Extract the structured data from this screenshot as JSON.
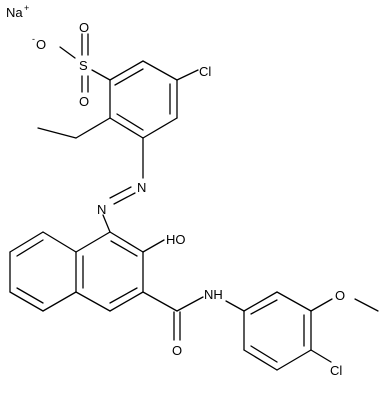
{
  "molecule": {
    "labels": {
      "counter_ion": "Na",
      "counter_ion_charge": "+",
      "sulfonate_oxygen_charged": "O",
      "sulfonate_oxygen_charge": "-",
      "sulfonate_sulfur": "S",
      "sulfonate_oxygen_top": "O",
      "sulfonate_oxygen_bottom": "O",
      "chloro_top": "Cl",
      "azo_nitrogen_upper": "N",
      "azo_nitrogen_lower": "N",
      "hydroxyl": "HO",
      "amide_nitrogen": "NH",
      "carbonyl_oxygen": "O",
      "methoxy_oxygen": "O",
      "chloro_bottom": "Cl"
    },
    "colors": {
      "bonds": "#000000",
      "text": "#000000",
      "background": "#ffffff"
    }
  }
}
